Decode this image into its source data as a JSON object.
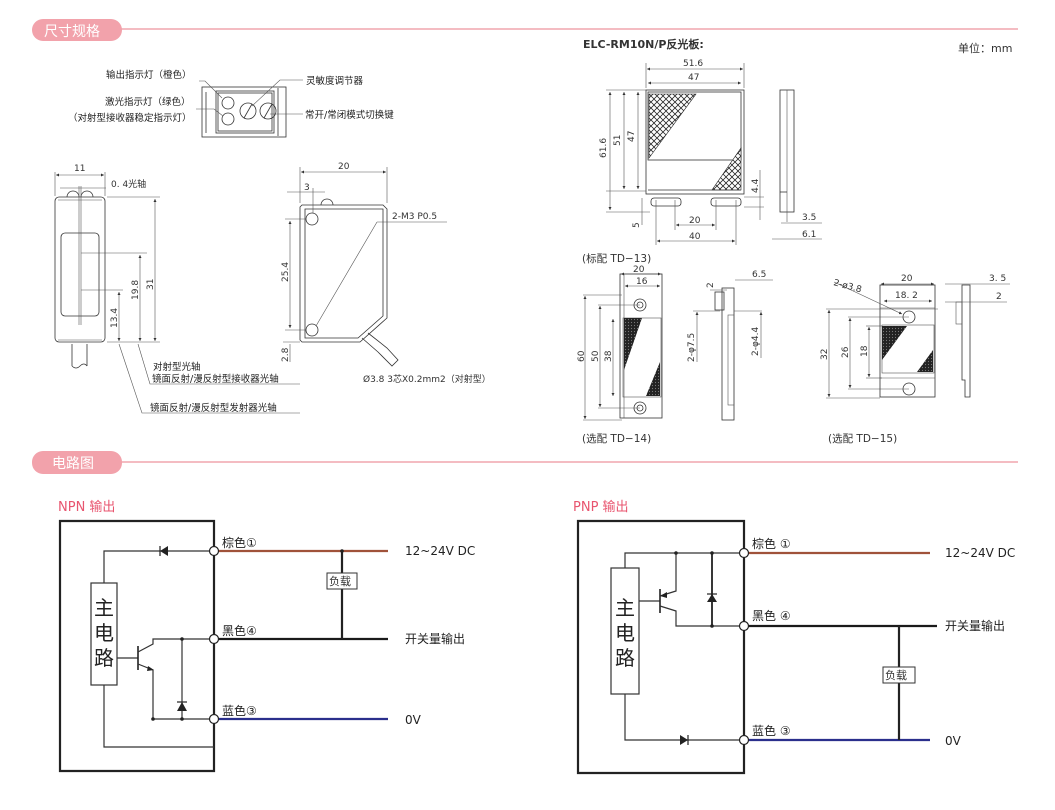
{
  "sections": {
    "dimensions": "尺寸规格",
    "circuit": "电路图"
  },
  "colors": {
    "section_badge": "#f2a2ab",
    "section_line": "#f0a6ae",
    "title_pink": "#e8556f",
    "brown_wire": "#a0523a",
    "blue_wire": "#2a2f8c",
    "black_wire": "#1a1a1a"
  },
  "unit": "单位：mm",
  "panel": {
    "output_indicator": "输出指示灯（橙色）",
    "laser_indicator": "激光指示灯（绿色）",
    "receiver_indicator": "（对射型接收器稳定指示灯）",
    "sensitivity": "灵敏度调节器",
    "mode_switch": "常开/常闭模式切换键"
  },
  "side_view": {
    "dims": [
      "11",
      "0. 4光轴",
      "31",
      "19.8",
      "13.4"
    ],
    "axis_labels": [
      "对射型光轴",
      "镜面反射/漫反射型接收器光轴",
      "镜面反射/漫反射型发射器光轴"
    ]
  },
  "front_view": {
    "dims": [
      "20",
      "3",
      "25.4",
      "2.8"
    ],
    "thread": "2-M3 P0.5",
    "cable": "Ø3.8  3芯X0.2mm2（对射型）"
  },
  "reflector": {
    "title": "ELC-RM10N/P反光板:",
    "dims": [
      "51.6",
      "47",
      "61.6",
      "51",
      "47",
      "4.4",
      "5",
      "20",
      "40",
      "3.5",
      "6.1"
    ],
    "caption": "(标配 TD−13)"
  },
  "td14": {
    "dims": [
      "20",
      "16",
      "60",
      "50",
      "38",
      "6.5",
      "2",
      "2-φ7.5",
      "2-φ4.4"
    ],
    "caption": "(选配 TD−14)"
  },
  "td15": {
    "dims": [
      "20",
      "18. 2",
      "2-ø3.8",
      "32",
      "26",
      "18",
      "3. 5",
      "2"
    ],
    "caption": "(选配 TD−15)"
  },
  "npn": {
    "title": "NPN 输出",
    "main_circuit": [
      "主",
      "电",
      "路"
    ],
    "wires": [
      {
        "label": "棕色①",
        "signal": "12~24V DC"
      },
      {
        "label": "黑色④",
        "signal": "开关量输出"
      },
      {
        "label": "蓝色③",
        "signal": "0V"
      }
    ],
    "load": "负载"
  },
  "pnp": {
    "title": "PNP 输出",
    "main_circuit": [
      "主",
      "电",
      "路"
    ],
    "wires": [
      {
        "label": "棕色 ①",
        "signal": "12~24V DC"
      },
      {
        "label": "黑色 ④",
        "signal": "开关量输出"
      },
      {
        "label": "蓝色 ③",
        "signal": "0V"
      }
    ],
    "load": "负载"
  }
}
